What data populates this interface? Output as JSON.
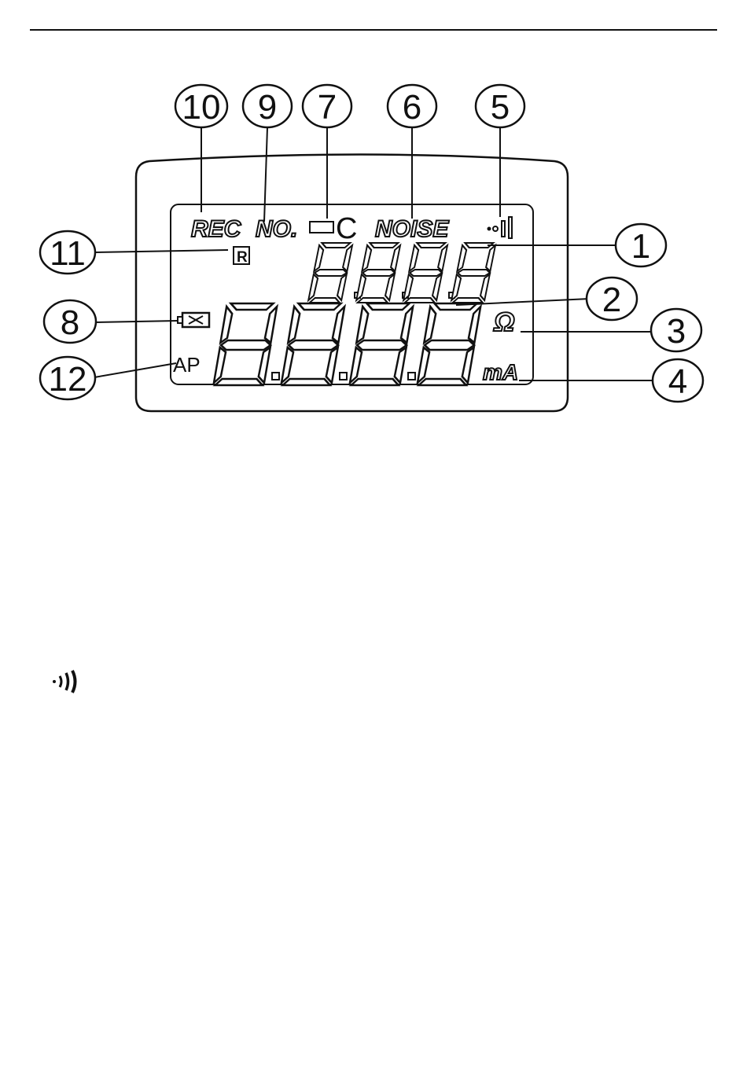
{
  "callouts": {
    "c1": "1",
    "c2": "2",
    "c3": "3",
    "c4": "4",
    "c5": "5",
    "c6": "6",
    "c7": "7",
    "c8": "8",
    "c9": "9",
    "c10": "10",
    "c11": "11",
    "c12": "12"
  },
  "lcd": {
    "rec": "REC",
    "no": "NO.",
    "c_unit": "C",
    "noise": "NOISE",
    "ohm": "Ω",
    "ma": "mA",
    "ap": "AP",
    "mem": "R"
  },
  "icons": {
    "signal": "signal-icon",
    "battery": "battery-icon"
  }
}
